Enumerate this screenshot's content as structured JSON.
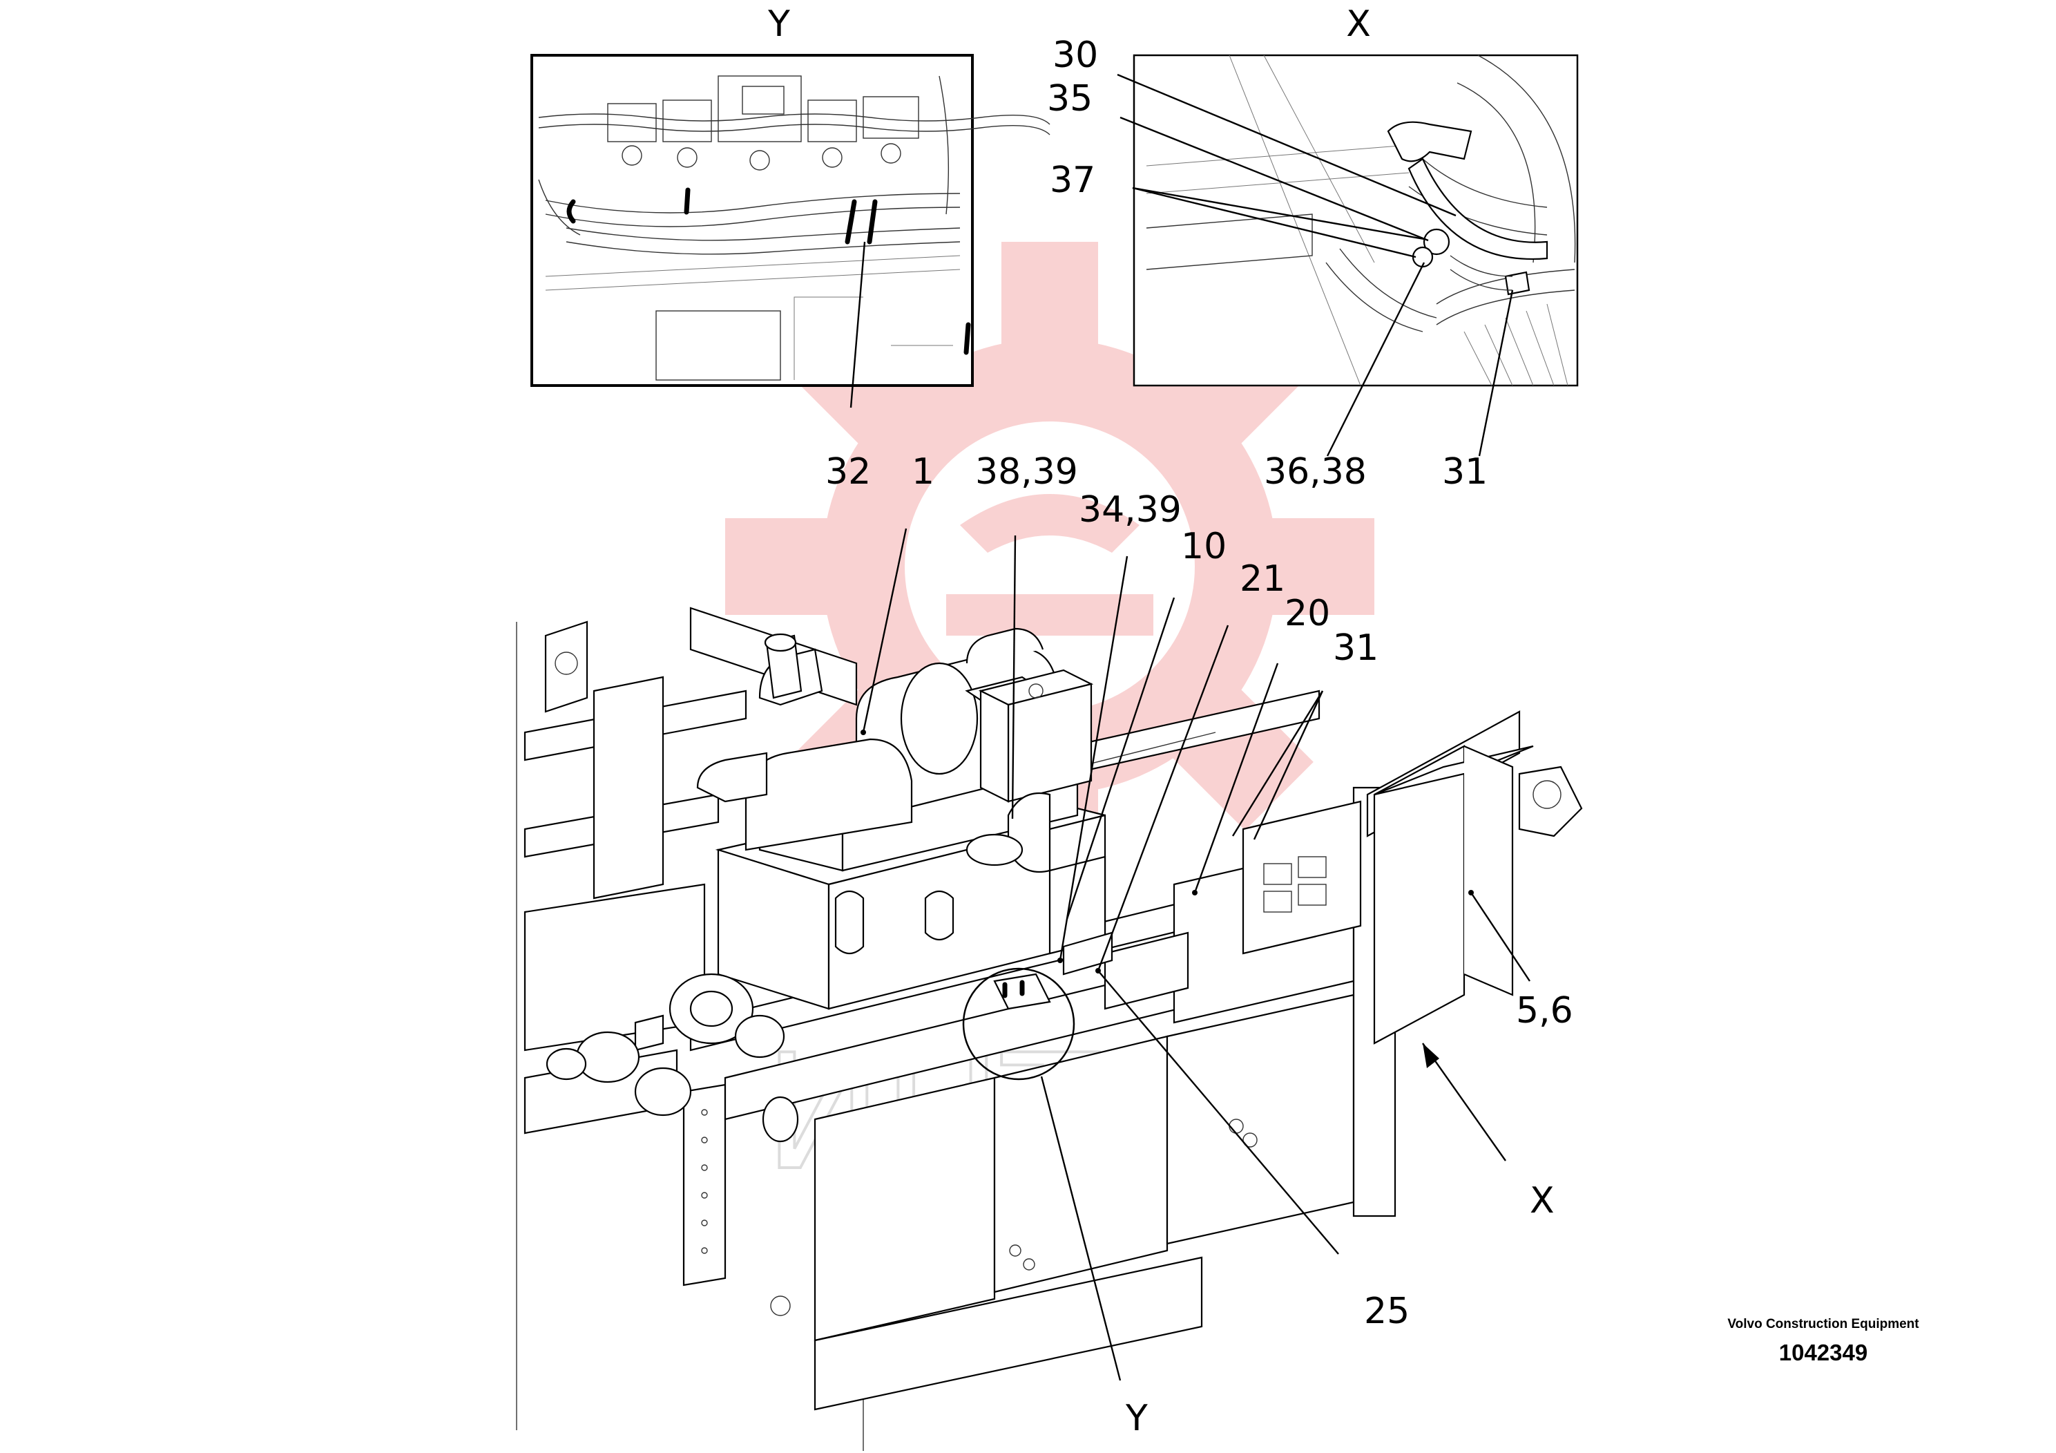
{
  "views": [
    {
      "id": "Y",
      "letter": "Y"
    },
    {
      "id": "X",
      "letter": "X"
    }
  ],
  "callouts": [
    {
      "id": "c30",
      "text": "30"
    },
    {
      "id": "c35",
      "text": "35"
    },
    {
      "id": "c37",
      "text": "37"
    },
    {
      "id": "c32",
      "text": "32"
    },
    {
      "id": "c1",
      "text": "1"
    },
    {
      "id": "c38_39",
      "text": "38,39"
    },
    {
      "id": "c36_38",
      "text": "36,38"
    },
    {
      "id": "c31_top",
      "text": "31"
    },
    {
      "id": "c34_39",
      "text": "34,39"
    },
    {
      "id": "c10",
      "text": "10"
    },
    {
      "id": "c21",
      "text": "21"
    },
    {
      "id": "c20",
      "text": "20"
    },
    {
      "id": "c31_main",
      "text": "31"
    },
    {
      "id": "c5_6",
      "text": "5,6"
    },
    {
      "id": "cX_arrow",
      "text": "X"
    },
    {
      "id": "c25",
      "text": "25"
    },
    {
      "id": "cY_circle",
      "text": "Y"
    }
  ],
  "watermark": {
    "text": "ИНТЕХ",
    "color": "#f4a6a6"
  },
  "brand": {
    "maker": "Volvo Construction Equipment",
    "drawing_number": "1042349"
  }
}
